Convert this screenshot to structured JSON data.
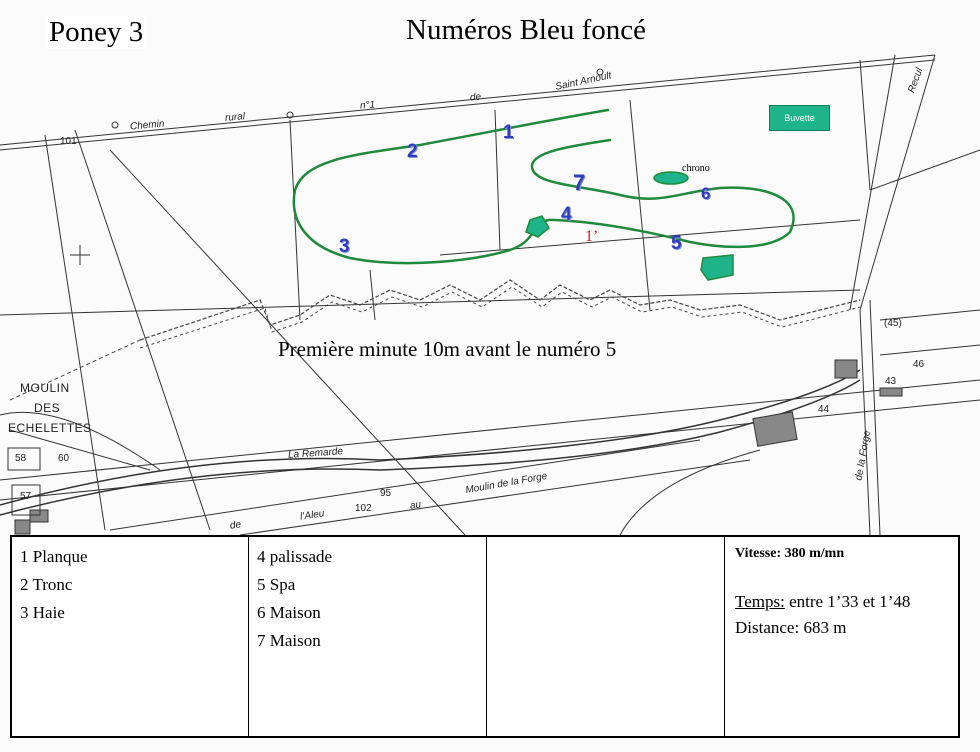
{
  "header": {
    "title": "Poney 3",
    "subtitle": "Numéros  Bleu foncé"
  },
  "map": {
    "buvette": "Buvette",
    "chrono": "chrono",
    "minute_marker": "1’",
    "note": "Première minute 10m avant le numéro 5",
    "jump_numbers": [
      "1",
      "2",
      "3",
      "4",
      "5",
      "6",
      "7"
    ],
    "place_labels": {
      "moulin": "MOULIN",
      "des": "DES",
      "echelettes": "ECHELETTES",
      "chemin": "Chemin",
      "rural": "rural",
      "n1": "n°1",
      "de": "de",
      "saint_arnoult": "Saint Arnoult",
      "la_remarde": "La Remarde",
      "moulin_forge": "Moulin de la Forge",
      "aleu": "l’Aleu",
      "au": "au",
      "de2": "de",
      "de_la_forge": "de la Forge",
      "n101": "101",
      "n102": "102",
      "n95": "95",
      "n58": "58",
      "n60": "60",
      "n57": "57",
      "n44": "44",
      "n43": "43",
      "n45": "(45)",
      "n46": "46",
      "recul": "Recul"
    },
    "colors": {
      "course": "#1f8a3c",
      "numbers": "#2e3dbd",
      "buvette": "#1fb38a",
      "minute": "#d21c1c"
    }
  },
  "legend": {
    "col1": [
      "1 Planque",
      "2 Tronc",
      "3 Haie"
    ],
    "col2": [
      "4 palissade",
      "5 Spa",
      "6 Maison",
      "7 Maison"
    ],
    "col3": [],
    "speed": "Vitesse: 380 m/mn",
    "time_label": "Temps:",
    "time_value": " entre    1’33  et 1’48",
    "distance": "Distance:  683  m"
  }
}
